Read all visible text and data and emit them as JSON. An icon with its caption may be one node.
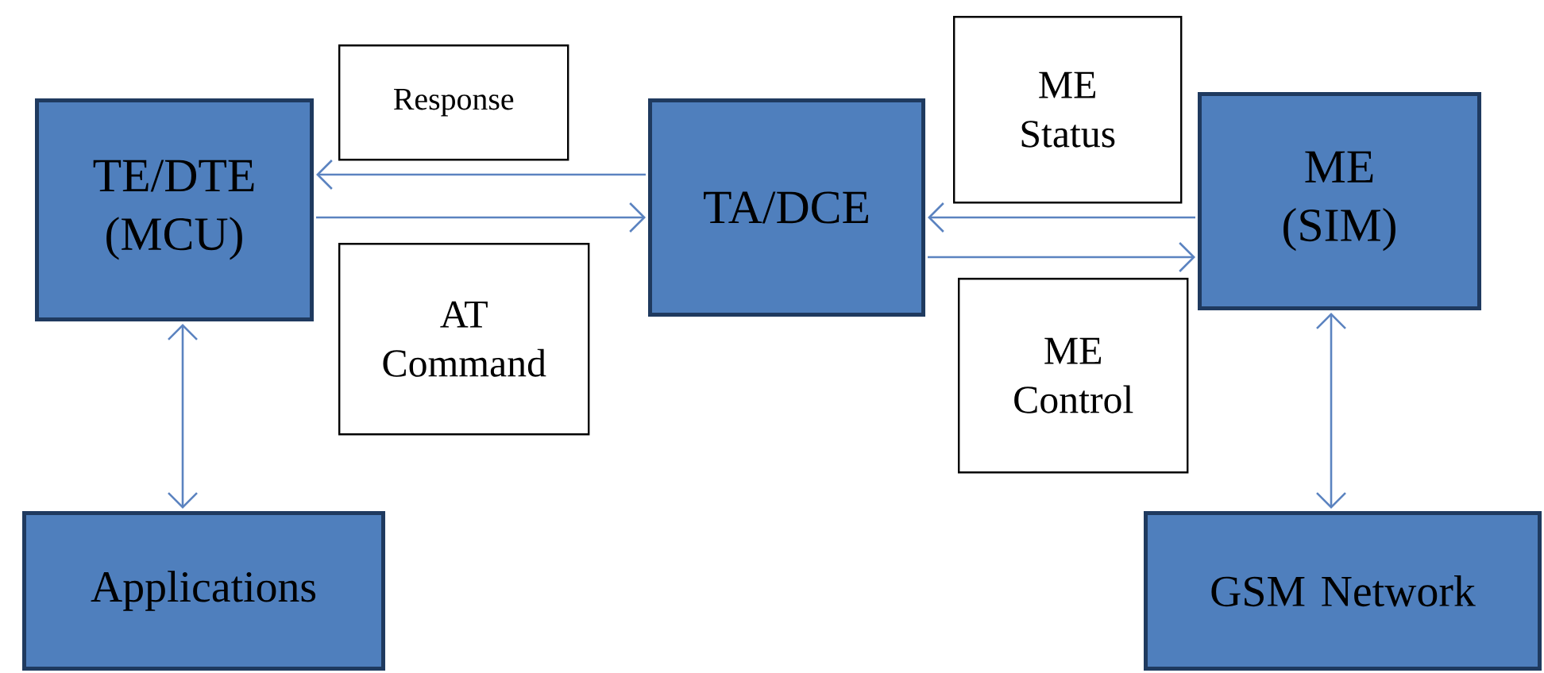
{
  "diagram": {
    "nodes": [
      {
        "text": [
          "TE/DTE (MCU)"
        ]
      },
      {
        "text": [
          "Response"
        ]
      },
      {
        "text": [
          "TA/DCE"
        ]
      },
      {
        "text": [
          "ME Status"
        ]
      },
      {
        "text": [
          "ME (SIM)"
        ]
      },
      {
        "text": [
          "AT Command"
        ]
      },
      {
        "text": [
          "ME Control"
        ]
      },
      {
        "text": [
          "Applications"
        ]
      },
      {
        "text": [
          "GSM Network"
        ]
      }
    ],
    "edges": [
      {
        "from": 2,
        "to": 0,
        "arrow": "to"
      },
      {
        "from": 0,
        "to": 2,
        "arrow": "to"
      },
      {
        "from": 4,
        "to": 2,
        "arrow": "to"
      },
      {
        "from": 2,
        "to": 4,
        "arrow": "to"
      },
      {
        "from": 0,
        "to": 7,
        "arrow": "both"
      },
      {
        "from": 4,
        "to": 8,
        "arrow": "both"
      }
    ]
  }
}
